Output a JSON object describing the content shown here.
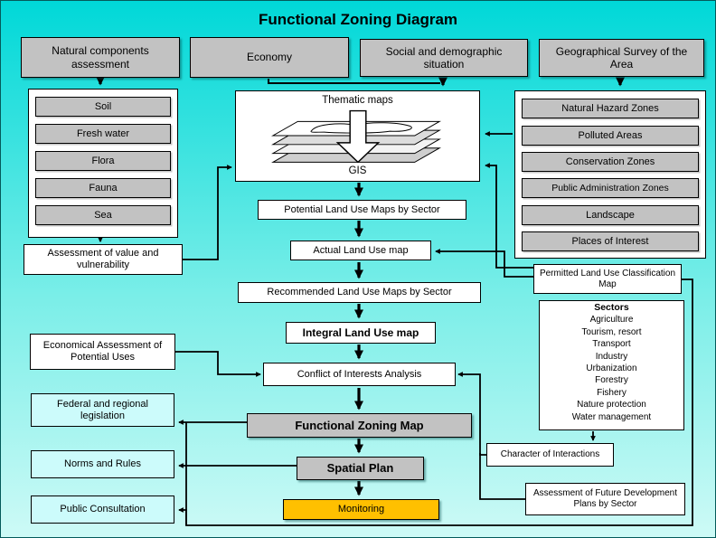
{
  "title": "Functional Zoning Diagram",
  "top_row": {
    "natural": "Natural components assessment",
    "economy": "Economy",
    "social": "Social and demographic situation",
    "geo": "Geographical Survey of the Area"
  },
  "natural_components": {
    "items": [
      "Soil",
      "Fresh water",
      "Flora",
      "Fauna",
      "Sea"
    ],
    "assessment": "Assessment of value and vulnerability"
  },
  "gis": {
    "title": "Thematic maps",
    "label": "GIS"
  },
  "flow": {
    "potential": "Potential Land Use Maps by Sector",
    "actual": "Actual Land Use map",
    "recommended": "Recommended Land Use Maps by Sector",
    "integral": "Integral Land Use map",
    "conflict": "Conflict of Interests Analysis",
    "functional_zoning_map": "Functional Zoning Map",
    "spatial_plan": "Spatial Plan",
    "monitoring": "Monitoring"
  },
  "zones": {
    "items": [
      "Natural Hazard Zones",
      "Polluted Areas",
      "Conservation Zones",
      "Public Administration Zones",
      "Landscape",
      "Places of Interest"
    ]
  },
  "permitted_map": "Permitted Land Use Classification Map",
  "sectors": {
    "title": "Sectors",
    "items": [
      "Agriculture",
      "Tourism, resort",
      "Transport",
      "Industry",
      "Urbanization",
      "Forestry",
      "Fishery",
      "Nature protection",
      "Water management"
    ]
  },
  "interactions": "Character of Interactions",
  "future_assessment": "Assessment of Future Development Plans by Sector",
  "economical_assessment": "Economical Assessment of Potential Uses",
  "consultation": {
    "federal": "Federal and regional legislation",
    "norms": "Norms and Rules",
    "public": "Public Consultation"
  },
  "colors": {
    "gray_box": "#c2c2c2",
    "white_box": "#ffffff",
    "cyan_box": "#ccfbfb",
    "monitoring_box": "#ffc000",
    "background_top": "#00d8d8",
    "background_bottom": "#cdfaf6"
  }
}
